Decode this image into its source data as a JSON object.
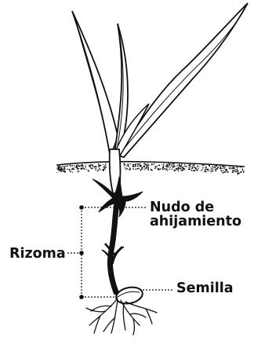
{
  "labels": {
    "node": "Nudo de\nahijamiento",
    "rhizome": "Rizoma",
    "seed": "Semilla"
  },
  "colors": {
    "ink": "#111111",
    "paper": "#ffffff"
  }
}
